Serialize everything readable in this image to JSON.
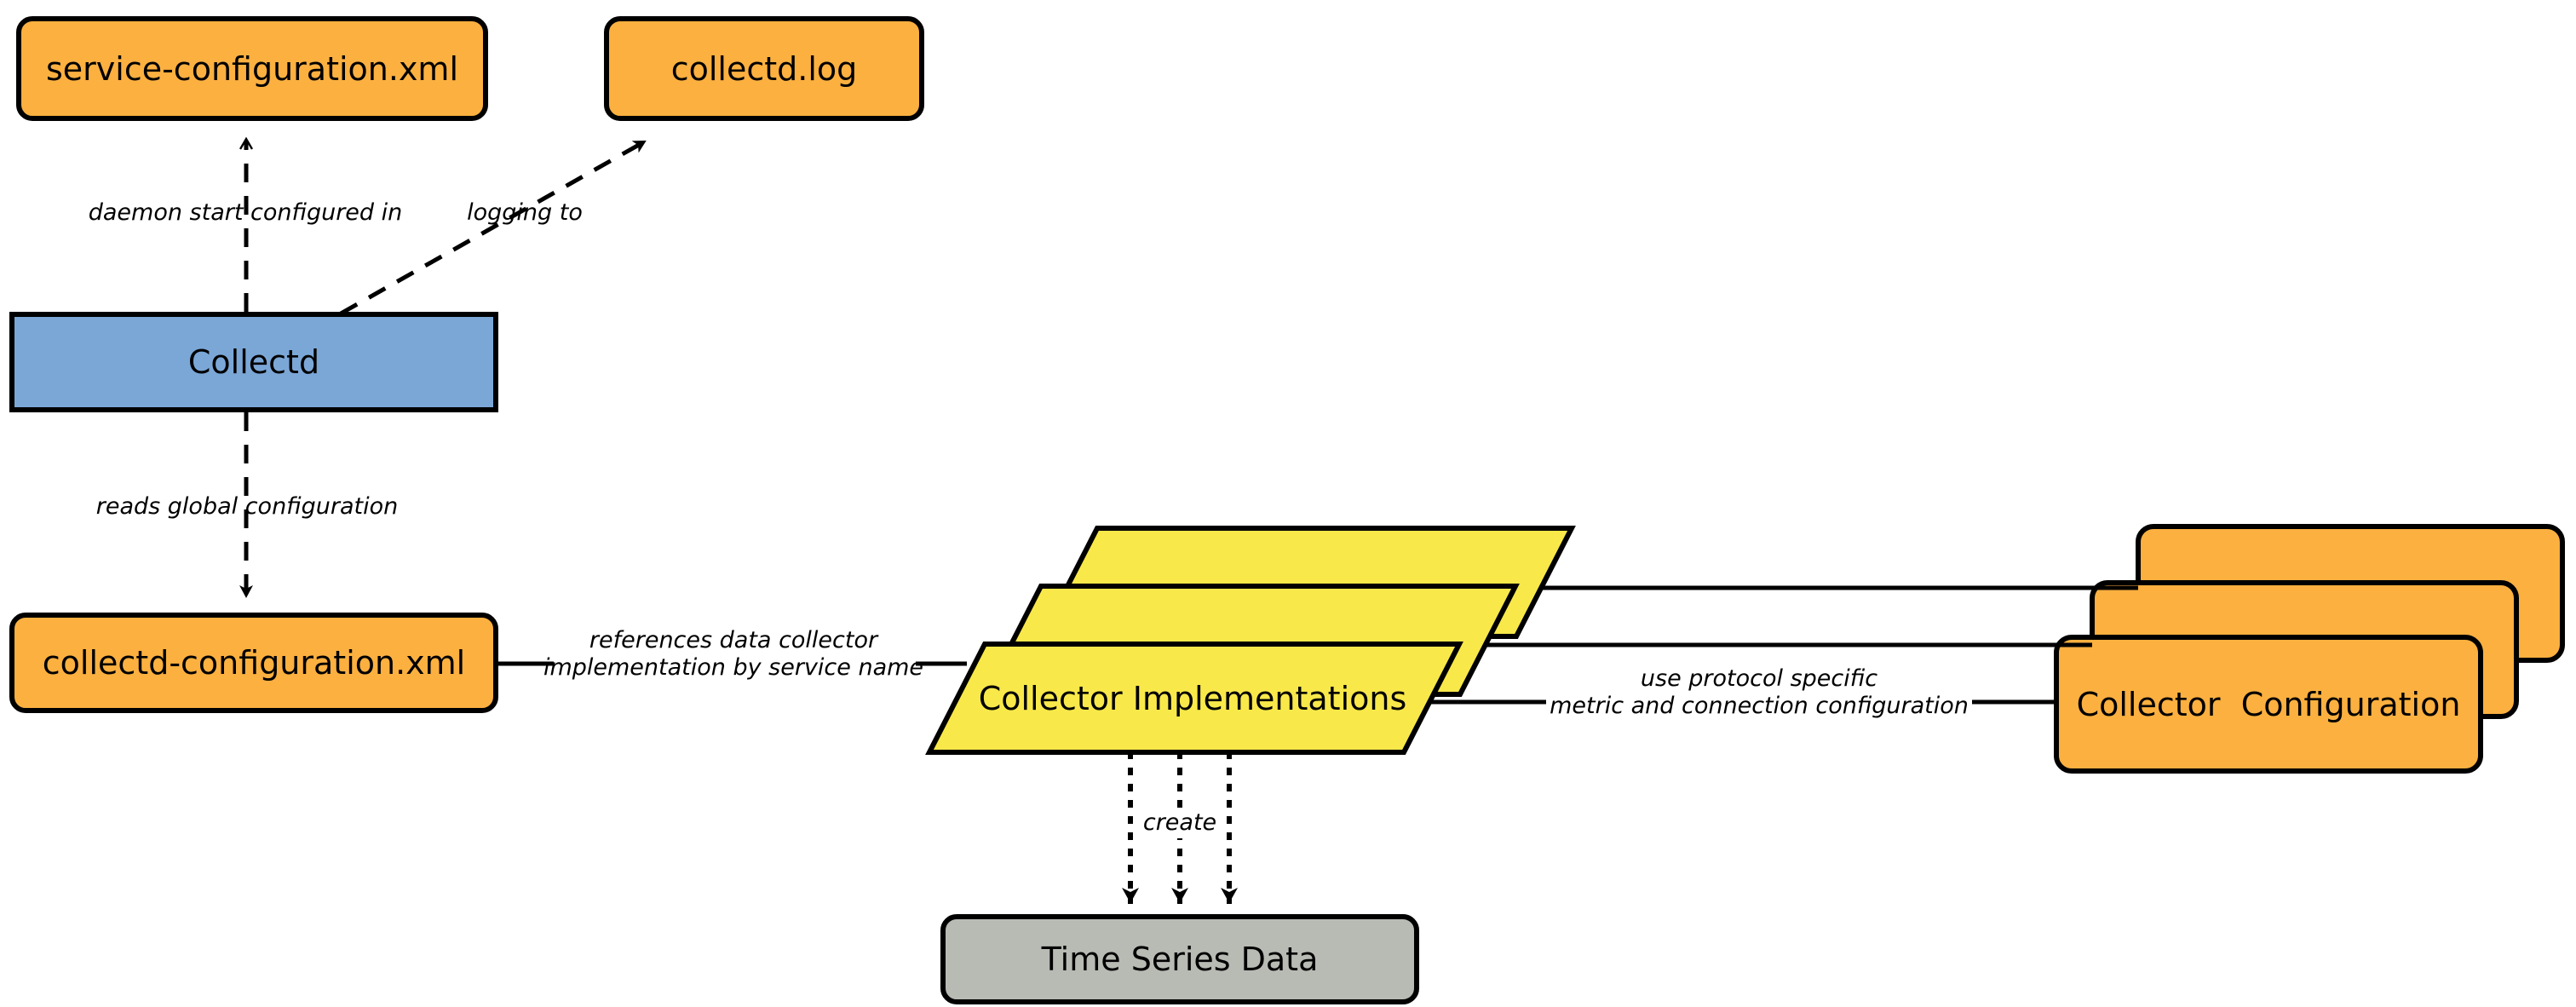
{
  "diagram": {
    "type": "architecture-flow-diagram",
    "background": "#ffffff",
    "palette": {
      "orange_fill": "#FBB040",
      "blue_fill": "#7BA7D7",
      "yellow_fill": "#F8E84A",
      "gray_fill": "#B8BBB4",
      "stroke": "#000000",
      "text": "#000000"
    }
  },
  "nodes": {
    "service_configuration": {
      "label": "service-configuration.xml",
      "shape": "rounded-rect",
      "fill": "#FBB040"
    },
    "collectd_log": {
      "label": "collectd.log",
      "shape": "rounded-rect",
      "fill": "#FBB040"
    },
    "collectd": {
      "label": "Collectd",
      "shape": "rect",
      "fill": "#7BA7D7"
    },
    "collectd_configuration": {
      "label": "collectd-configuration.xml",
      "shape": "rounded-rect",
      "fill": "#FBB040"
    },
    "collector_implementations": {
      "label": "Collector Implementations",
      "shape": "parallelogram-stack",
      "fill": "#F8E84A",
      "stack_count": 3
    },
    "collector_configuration": {
      "label": "Collector  Configuration",
      "shape": "rounded-rect-stack",
      "fill": "#FBB040",
      "stack_count": 3
    },
    "time_series_data": {
      "label": "Time Series Data",
      "shape": "rounded-rect",
      "fill": "#B8BBB4"
    }
  },
  "edges": [
    {
      "id": "daemon-start",
      "from": "collectd",
      "to": "service_configuration",
      "label": "daemon start configured in",
      "style": "dashed",
      "arrow": "open"
    },
    {
      "id": "logging-to",
      "from": "collectd",
      "to": "collectd_log",
      "label": "logging to",
      "style": "dashed",
      "arrow": "filled"
    },
    {
      "id": "reads-global-config",
      "from": "collectd",
      "to": "collectd_configuration",
      "label": "reads global configuration",
      "style": "dashed",
      "arrow": "filled"
    },
    {
      "id": "references-data-collector",
      "from": "collectd_configuration",
      "to": "collector_implementations",
      "label": "references data collector\nimplementation by service name",
      "style": "solid",
      "arrow": "none"
    },
    {
      "id": "use-protocol-specific",
      "from": "collector_implementations",
      "to": "collector_configuration",
      "label": "use protocol specific\nmetric and connection configuration",
      "style": "solid",
      "arrow": "none"
    },
    {
      "id": "create",
      "from": "collector_implementations",
      "to": "time_series_data",
      "label": "create",
      "style": "dotted",
      "arrow": "filled"
    }
  ]
}
